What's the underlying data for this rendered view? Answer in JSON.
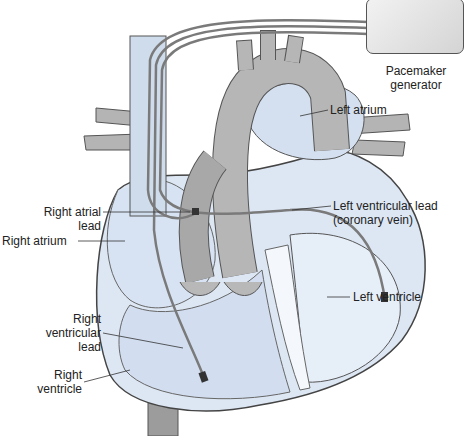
{
  "diagram": {
    "nodes": [
      {
        "text": [
          "Pacemaker generator"
        ]
      }
    ],
    "labels": [
      "Left atrium",
      "Left ventricular lead (coronary vein)",
      "Left ventricle",
      "Right atrial lead",
      "Right atrium",
      "Right ventricular lead",
      "Right ventricle"
    ]
  }
}
